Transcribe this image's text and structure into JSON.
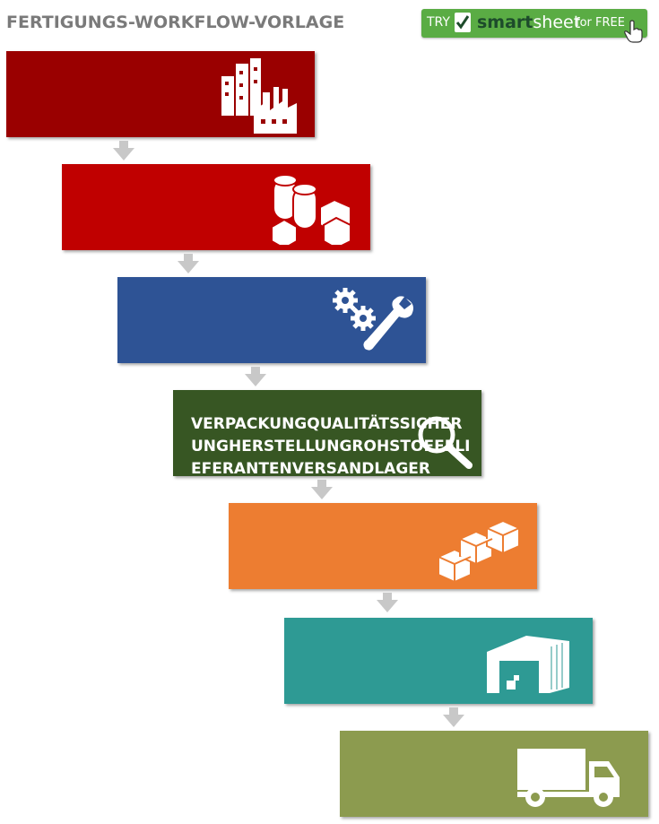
{
  "title": "FERTIGUNGS-WORKFLOW-VORLAGE",
  "promo": {
    "try": "TRY",
    "brand_a": "smart",
    "brand_b": "sheet",
    "free": "for FREE"
  },
  "steps": [
    {
      "color": "#9a0000",
      "icon": "factory-icon",
      "label": ""
    },
    {
      "color": "#c00000",
      "icon": "raw-materials-icon",
      "label": ""
    },
    {
      "color": "#2e5395",
      "icon": "gears-wrench-icon",
      "label": ""
    },
    {
      "color": "#375623",
      "icon": "magnifier-icon",
      "label": "VERPACKUNGQUALITÄTSSICHERUNGHERSTELLUNGROHSTOFFELIEFERANTENVERSANDLAGER"
    },
    {
      "color": "#ed7d31",
      "icon": "packages-icon",
      "label": ""
    },
    {
      "color": "#2e9a94",
      "icon": "warehouse-icon",
      "label": ""
    },
    {
      "color": "#8c9b4f",
      "icon": "truck-icon",
      "label": ""
    }
  ]
}
